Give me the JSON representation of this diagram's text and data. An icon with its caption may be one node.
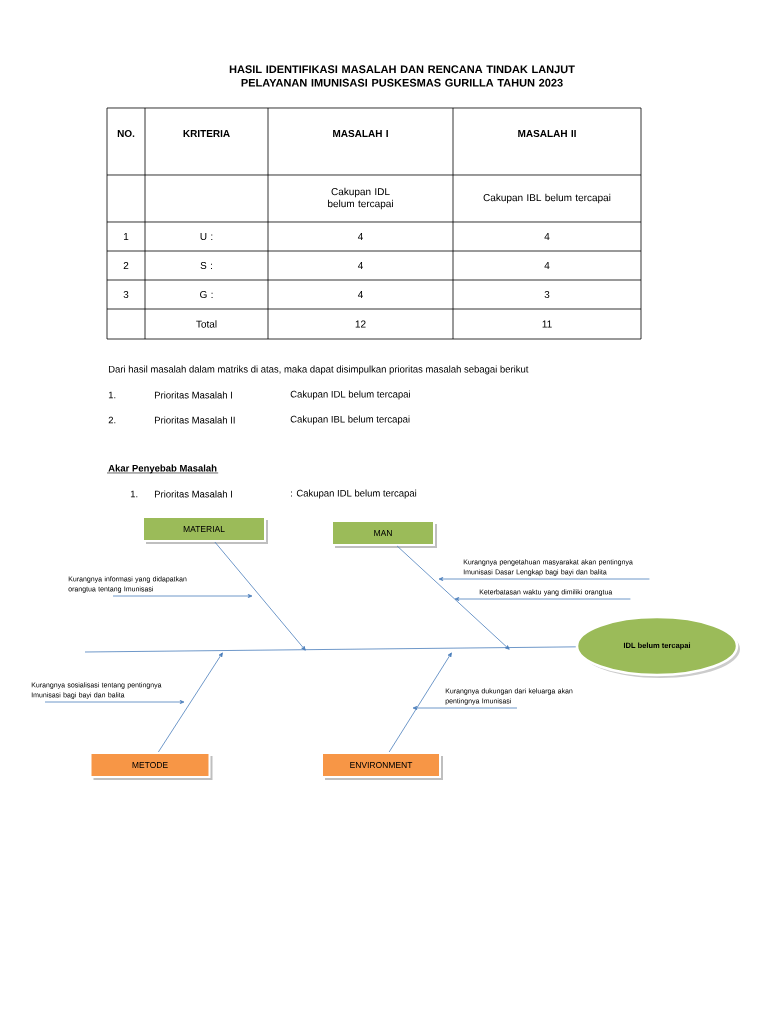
{
  "diagram": {
    "title": "HASIL IDENTIFIKASI MASALAH DAN RENCANA TINDAK LANJUT PELAYANAN IMUNISASI PUSKESMAS GURILLA TAHUN 2023",
    "nodes": [
      {
        "text": [
          "MATERIAL"
        ]
      },
      {
        "text": [
          "MAN"
        ]
      },
      {
        "text": [
          "METODE"
        ]
      },
      {
        "text": [
          "ENVIRONMENT"
        ]
      },
      {
        "text": [
          "IDL belum tercapai"
        ]
      },
      {
        "text": [
          "Kurangnya informasi yang didapatkan orangtua tentang Imunisasi"
        ]
      },
      {
        "text": [
          "Kurangnya pengetahuan masyarakat akan pentingnya Imunisasi Dasar Lengkap bagi bayi dan balita"
        ]
      },
      {
        "text": [
          "Keterbatasan waktu yang dimiliki orangtua"
        ]
      },
      {
        "text": [
          "Kurangnya sosialisasi tentang pentingnya Imunisasi bagi bayi dan balita"
        ]
      },
      {
        "text": [
          "Kurangnya dukungan dari keluarga akan pentingnya Imunisasi"
        ]
      }
    ],
    "edges": [
      {
        "from": 0,
        "to": null,
        "arrow": "to"
      },
      {
        "from": 1,
        "to": null,
        "arrow": "to"
      },
      {
        "from": 2,
        "to": null,
        "arrow": "to"
      },
      {
        "from": 3,
        "to": null,
        "arrow": "to"
      },
      {
        "from": null,
        "to": 4,
        "arrow": "none"
      },
      {
        "from": 5,
        "to": null,
        "arrow": "to"
      },
      {
        "from": 6,
        "to": null,
        "arrow": "to"
      },
      {
        "from": 7,
        "to": null,
        "arrow": "to"
      },
      {
        "from": 8,
        "to": null,
        "arrow": "to"
      },
      {
        "from": 9,
        "to": null,
        "arrow": "to"
      }
    ],
    "labels": [
      "NO.",
      "KRITERIA",
      "MASALAH I",
      "MASALAH II",
      "Cakupan IDL belum tercapai",
      "Cakupan IBL belum tercapai",
      "1",
      "U :",
      "4",
      "4",
      "2",
      "S :",
      "4",
      "4",
      "3",
      "G :",
      "4",
      "3",
      "Total",
      "12",
      "11",
      "Dari hasil masalah dalam matriks di atas, maka dapat disimpulkan prioritas masalah sebagai berikut",
      "1.",
      "Prioritas Masalah I",
      "Cakupan IDL belum tercapai",
      "2.",
      "Prioritas Masalah II",
      "Cakupan IBL belum tercapai",
      "Akar Penyebab Masalah",
      "1.",
      "Prioritas Masalah I",
      ": Cakupan IDL belum tercapai"
    ]
  }
}
